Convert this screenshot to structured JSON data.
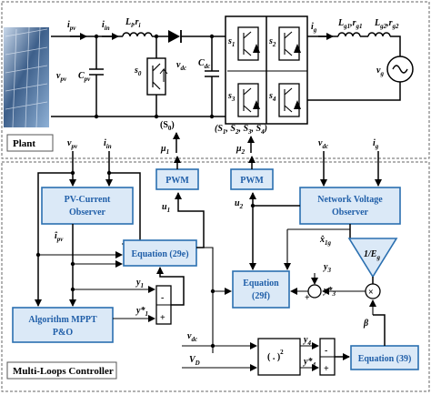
{
  "plant": {
    "label": "Plant",
    "signals": {
      "i_pv": "i",
      "i_pv_sub": "pv",
      "i_in": "i",
      "i_in_sub": "in",
      "L_i": "L",
      "L_i_sub": "i",
      "r_i": "r",
      "r_i_sub": "i",
      "v_pv": "v",
      "v_pv_sub": "pv",
      "C_pv": "C",
      "C_pv_sub": "pv",
      "s0": "s",
      "s0_sub": "0",
      "v_dc": "v",
      "v_dc_sub": "dc",
      "C_dc": "C",
      "C_dc_sub": "dc",
      "s1": "s",
      "s1_sub": "1",
      "s2": "s",
      "s2_sub": "2",
      "s3": "s",
      "s3_sub": "3",
      "s4": "s",
      "s4_sub": "4",
      "i_g": "i",
      "i_g_sub": "g",
      "L_g1": "L",
      "L_g1_sub": "g1",
      "r_g1": "r",
      "r_g1_sub": "g1",
      "L_g2": "L",
      "L_g2_sub": "g2",
      "r_g2": "r",
      "r_g2_sub": "g2",
      "v_g": "v",
      "v_g_sub": "g"
    }
  },
  "controller": {
    "label": "Multi-Loops Controller",
    "blocks": {
      "pv_observer_line1": "PV-Current",
      "pv_observer_line2": "Observer",
      "pwm_left": "PWM",
      "pwm_right": "PWM",
      "network_observer_line1": "Network Voltage",
      "network_observer_line2": "Observer",
      "eq29e": "Equation (29e)",
      "eq29f_line1": "Equation",
      "eq29f_line2": "(29f)",
      "mppt_line1": "Algorithm MPPT",
      "mppt_line2": "P&O",
      "square": "( . )",
      "square_exp": "2",
      "eq39": "Equation (39)",
      "inv_e": "1/E",
      "inv_e_sub": "g"
    },
    "signals": {
      "s0_out": "(S",
      "s0_out_sub": "0",
      "s0_out_end": ")",
      "s1234_out": "(S",
      "s1234_out_rest": ", S",
      "s1234_out_end": ")",
      "mu1": "μ",
      "mu1_sub": "1",
      "mu2": "μ",
      "mu2_sub": "2",
      "u1": "u",
      "u1_sub": "1",
      "u2": "u",
      "u2_sub": "2",
      "v_pv": "v",
      "v_pv_sub": "pv",
      "i_in": "i",
      "i_in_sub": "in",
      "v_dc": "v",
      "v_dc_sub": "dc",
      "i_g": "i",
      "i_g_sub": "g",
      "i_pv_hat": "î",
      "i_pv_hat_sub": "pv",
      "x1g_hat": "x̂",
      "x1g_hat_sub": "1g",
      "y1": "y",
      "y1_sub": "1",
      "y1_star": "y*",
      "y1_star_sub": "1",
      "y3": "y",
      "y3_sub": "3",
      "y3_star": "y*",
      "y3_star_sub": "3",
      "y4": "y",
      "y4_sub": "4",
      "y4_star": "y*",
      "y4_star_sub": "4",
      "v_D": "V",
      "v_D_sub": "D",
      "beta": "β",
      "minus": "-",
      "plus": "+",
      "times": "×",
      "plus_small": "+"
    }
  },
  "colors": {
    "block_fill": "#dbe9f7",
    "block_stroke": "#2a6fb0",
    "block_text": "#1f5ea8"
  }
}
